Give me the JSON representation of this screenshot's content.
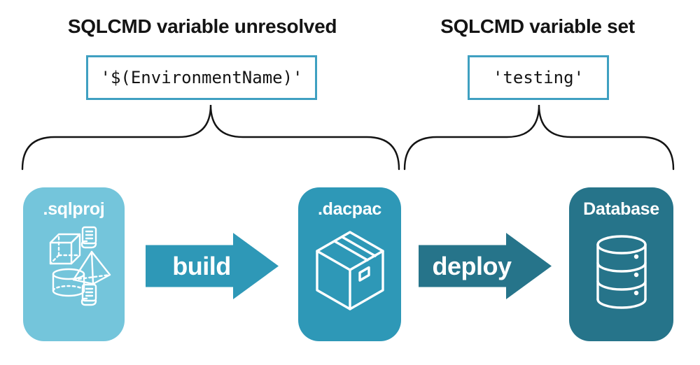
{
  "annotations": {
    "left": {
      "heading": "SQLCMD variable unresolved",
      "code": "'$(EnvironmentName)'"
    },
    "right": {
      "heading": "SQLCMD variable set",
      "code": "'testing'"
    }
  },
  "pipeline": {
    "nodes": [
      {
        "label": ".sqlproj",
        "icons": [
          "cube-icon",
          "script-scroll-icon",
          "pyramid-icon",
          "cylinder-icon",
          "script-scroll-icon"
        ]
      },
      {
        "label": ".dacpac",
        "icons": [
          "package-box-icon"
        ]
      },
      {
        "label": "Database",
        "icons": [
          "database-cylinder-icon"
        ]
      }
    ],
    "arrows": [
      {
        "label": "build"
      },
      {
        "label": "deploy"
      }
    ]
  },
  "colors": {
    "light_blue": "#74c5db",
    "teal": "#2e98b7",
    "dark_teal": "#26748a",
    "code_border": "#3fa0c1",
    "ink": "#141414",
    "white": "#ffffff"
  }
}
